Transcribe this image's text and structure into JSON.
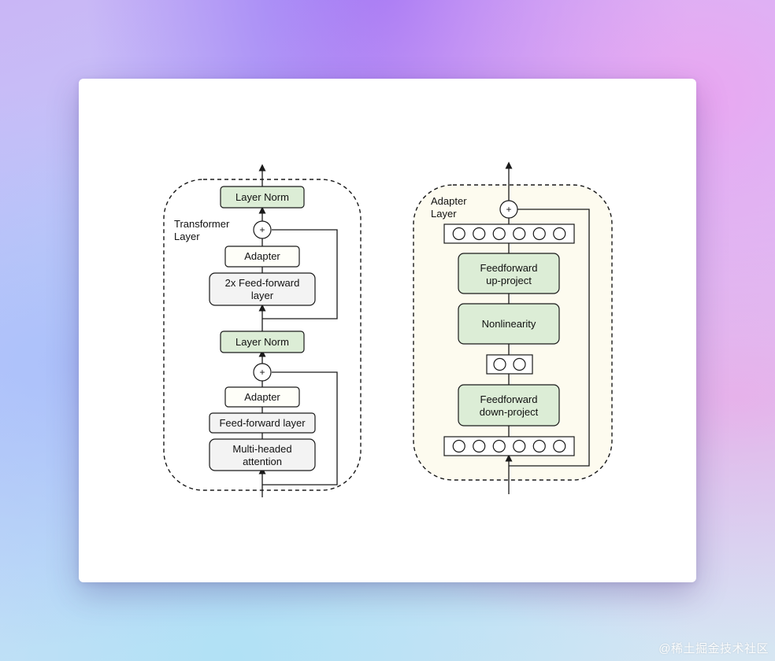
{
  "transformer": {
    "label_line1": "Transformer",
    "label_line2": "Layer",
    "layer_norm_top": "Layer Norm",
    "adapter_top": "Adapter",
    "ff2x_line1": "2x Feed-forward",
    "ff2x_line2": "layer",
    "layer_norm_mid": "Layer Norm",
    "adapter_bottom": "Adapter",
    "ff_layer": "Feed-forward layer",
    "mha_line1": "Multi-headed",
    "mha_line2": "attention",
    "plus_symbol": "+"
  },
  "adapter": {
    "label_line1": "Adapter",
    "label_line2": "Layer",
    "up_line1": "Feedforward",
    "up_line2": "up-project",
    "nonlinearity": "Nonlinearity",
    "down_line1": "Feedforward",
    "down_line2": "down-project",
    "plus_symbol": "+",
    "top_vector_units": 6,
    "bottleneck_units": 2,
    "bottom_vector_units": 6
  },
  "colors": {
    "green_box": "#dcedd6",
    "grey_box": "#f3f3f3",
    "white_box": "#fefef8",
    "adapter_panel_bg": "#fdfbef",
    "stroke": "#1a1a1a"
  },
  "watermark": "@稀土掘金技术社区"
}
